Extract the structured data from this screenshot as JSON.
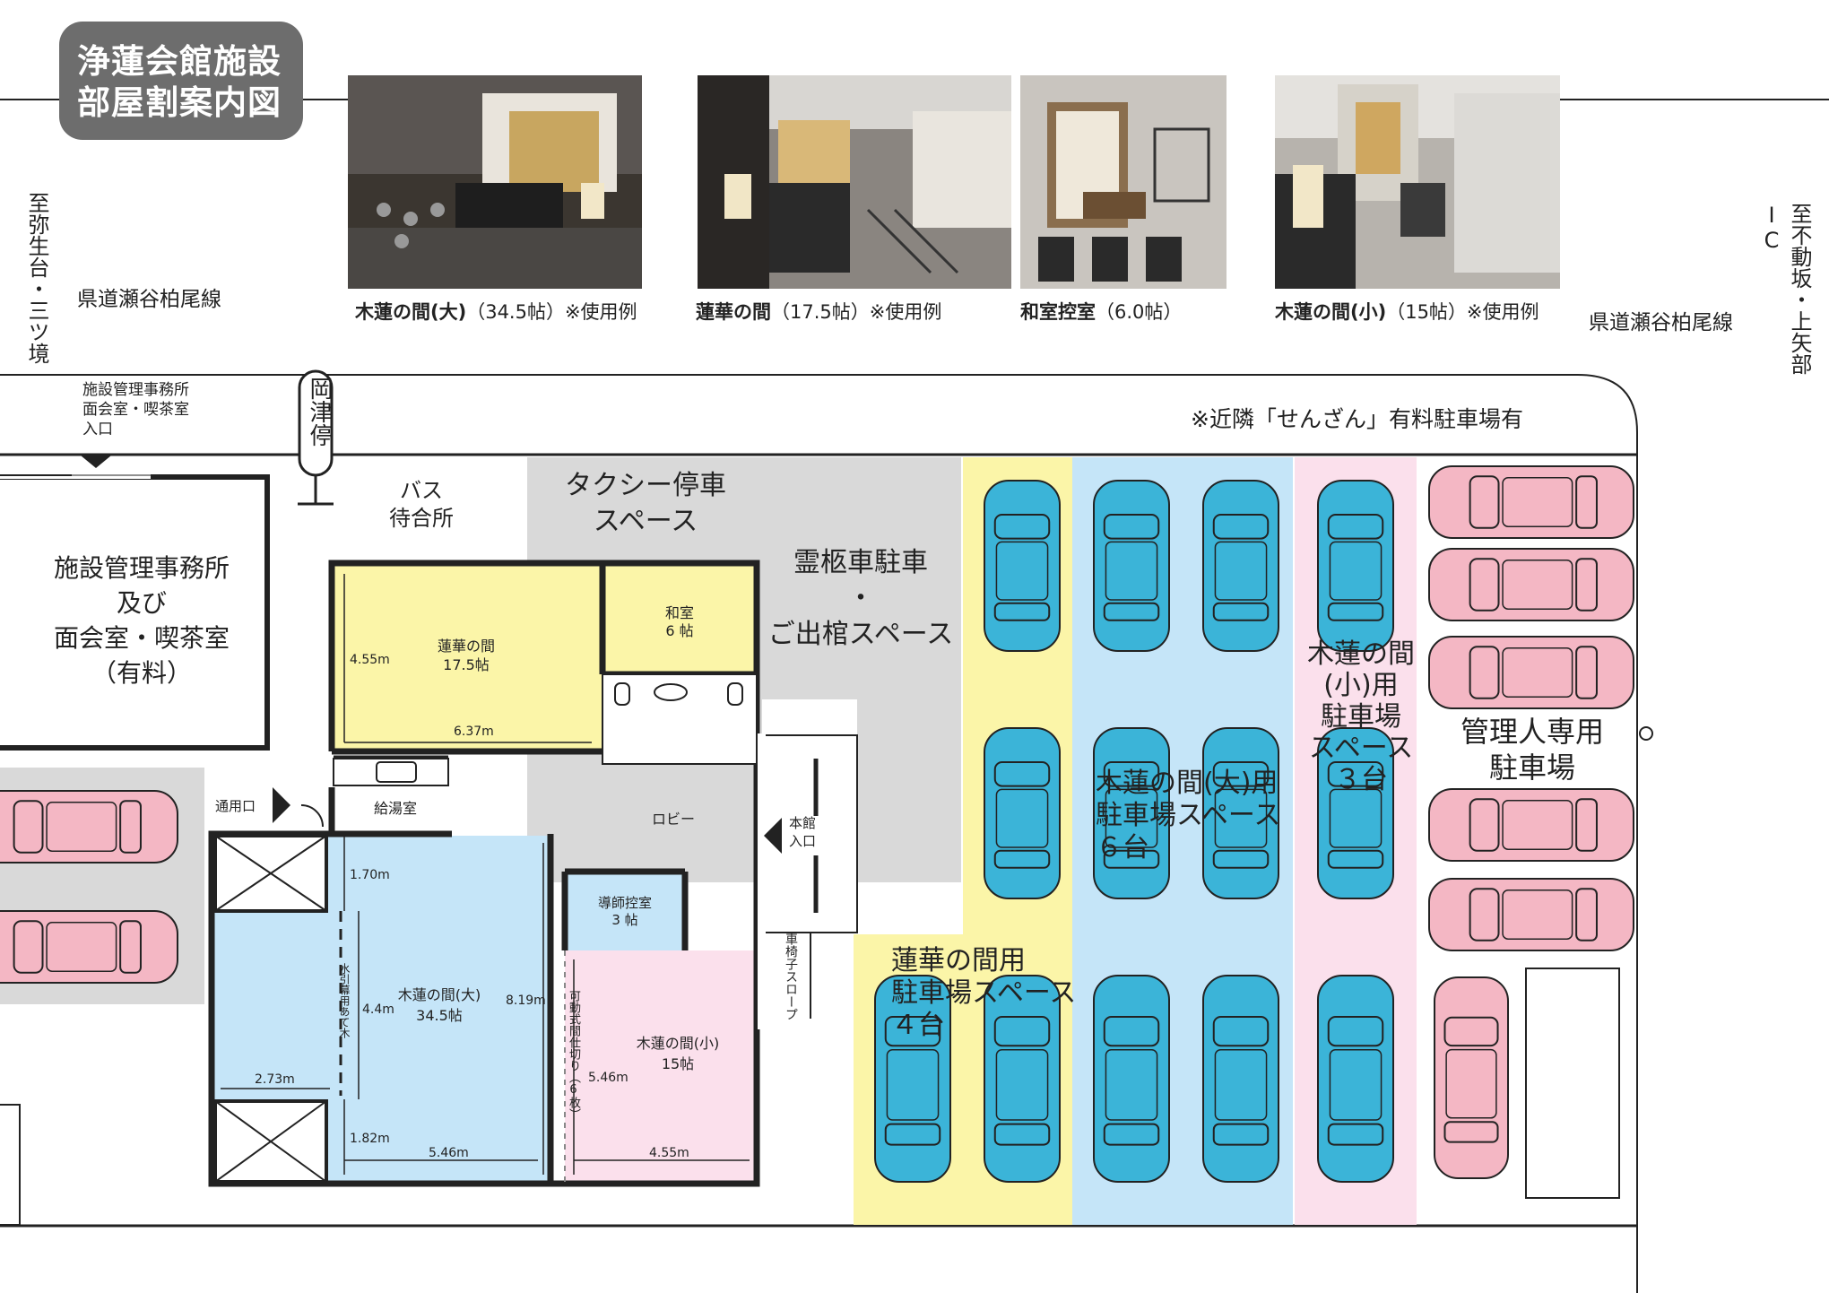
{
  "title": {
    "line1": "浄蓮会館施設",
    "line2": "部屋割案内図"
  },
  "colors": {
    "yellow": "#fbf5a8",
    "blue": "#c5e5f8",
    "pink": "#fbe0ec",
    "gray": "#d9d9d9",
    "car_blue": "#3bb4d8",
    "car_pink": "#f4b7c4",
    "title_bg": "#6d6d6d"
  },
  "photos": [
    {
      "name": "木蓮の間(大)",
      "detail": "（34.5帖）※使用例"
    },
    {
      "name": "蓮華の間",
      "detail": "（17.5帖）※使用例"
    },
    {
      "name": "和室控室",
      "detail": "（6.0帖）"
    },
    {
      "name": "木蓮の間(小)",
      "detail": "（15帖）※使用例"
    }
  ],
  "roads": {
    "left_direction": "至弥生台・三ツ境",
    "right_direction": "至不動坂・上矢部IC",
    "left_road": "県道瀬谷柏尾線",
    "right_road": "県道瀬谷柏尾線"
  },
  "bus_stop": {
    "name": "岡津停",
    "waiting": "バス\n待合所"
  },
  "notes": {
    "office_entrance": "施設管理事務所\n面会室・喫茶室\n入口",
    "nearby_parking": "※近隣「せんざん」有料駐車場有"
  },
  "areas": {
    "taxi": "タクシー停車\nスペース",
    "hearse": "霊柩車駐車\n・\nご出棺スペース",
    "office": "施設管理事務所\n及び\n面会室・喫茶室\n（有料）",
    "renge_parking": "蓮華の間用\n駐車場スペース\n４台",
    "mokuren_large_parking": "木蓮の間(大)用\n駐車場スペース\n６台",
    "mokuren_small_parking": "木蓮の間\n(小)用\n駐車場\nスペース\n３台",
    "manager_parking": "管理人専用\n駐車場"
  },
  "rooms": {
    "renge": "蓮華の間\n17.5帖",
    "washitsu": "和室\n6 帖",
    "kyuto": "給湯室",
    "lobby": "ロビー",
    "doshi": "導師控室\n3 帖",
    "mokuren_large": "木蓮の間(大)\n34.5帖",
    "mokuren_small": "木蓮の間(小)\n15帖",
    "service_entrance": "通用口",
    "main_entrance": "本館\n入口",
    "slope": "車椅子スロープ",
    "curtain": "水引幕用あて木",
    "partition": "可動式間仕切り（6枚）"
  },
  "dimensions": {
    "d1": "4.55m",
    "d2": "6.37m",
    "d3": "1.70m",
    "d4": "4.4m",
    "d5": "8.19m",
    "d6": "2.73m",
    "d7": "1.82m",
    "d8": "5.46m",
    "d9": "5.46m",
    "d10": "4.55m"
  }
}
